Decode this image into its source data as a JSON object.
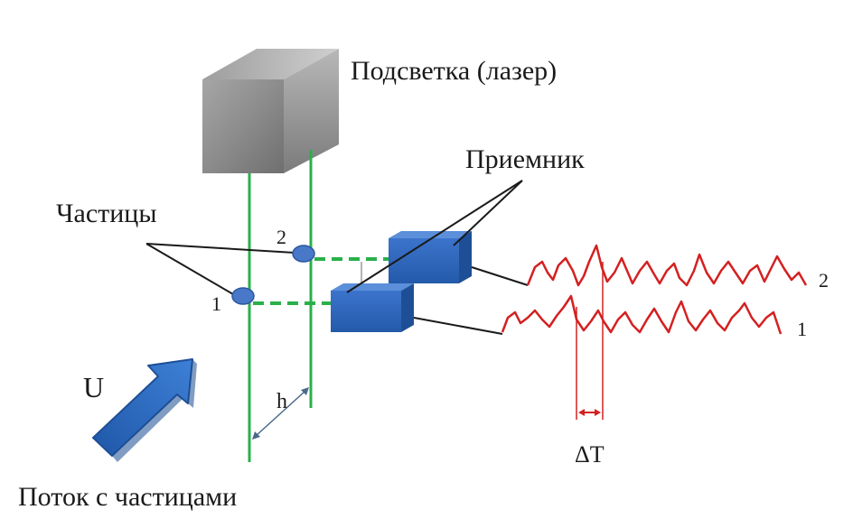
{
  "labels": {
    "laser": "Подсветка (лазер)",
    "receiver": "Приемник",
    "particles": "Частицы",
    "particle_1": "1",
    "particle_2": "2",
    "velocity": "U",
    "distance": "h",
    "time_shift": "ΔT",
    "signal_1": "1",
    "signal_2": "2",
    "flow": "Поток с частицами"
  },
  "colors": {
    "beam": "#2ab04a",
    "particle": "#4a78c8",
    "receiver": "#2f63b8",
    "signal": "#d42020",
    "arrow": "#2f6cc0",
    "laser_box": "#8a8a8a"
  }
}
